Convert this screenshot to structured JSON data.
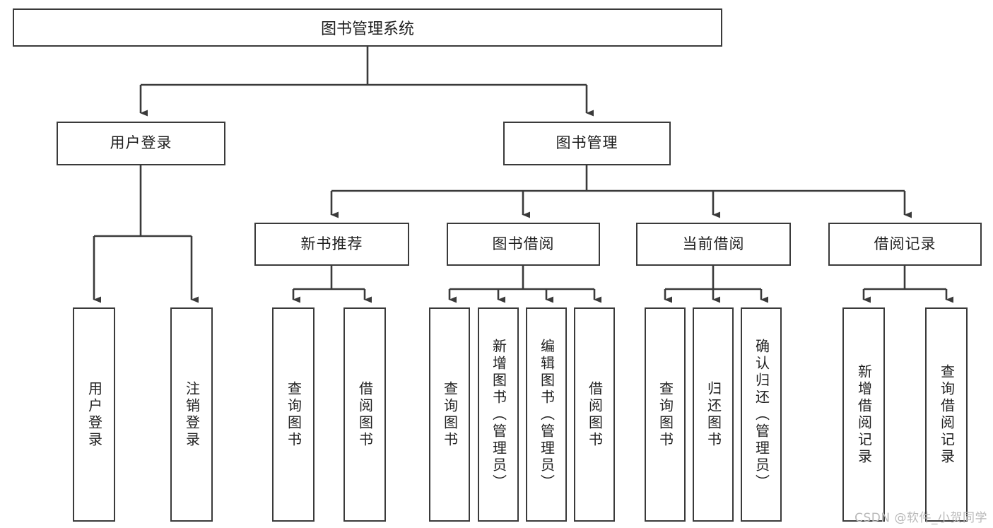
{
  "diagram": {
    "title": "图书管理系统",
    "type": "hierarchy-tree",
    "root": {
      "label": "图书管理系统"
    },
    "level2": [
      {
        "label": "用户登录"
      },
      {
        "label": "图书管理"
      }
    ],
    "level3": [
      {
        "label": "新书推荐"
      },
      {
        "label": "图书借阅"
      },
      {
        "label": "当前借阅"
      },
      {
        "label": "借阅记录"
      }
    ],
    "leaves": {
      "user_login": [
        {
          "label": "用户登录"
        },
        {
          "label": "注销登录"
        }
      ],
      "new_book_recommend": [
        {
          "label": "查询图书"
        },
        {
          "label": "借阅图书"
        }
      ],
      "book_borrow": [
        {
          "label": "查询图书"
        },
        {
          "label": "新增图书（管理员）"
        },
        {
          "label": "编辑图书（管理员）"
        },
        {
          "label": "借阅图书"
        }
      ],
      "current_borrow": [
        {
          "label": "查询图书"
        },
        {
          "label": "归还图书"
        },
        {
          "label": "确认归还（管理员）"
        }
      ],
      "borrow_record": [
        {
          "label": "新增借阅记录"
        },
        {
          "label": "查询借阅记录"
        }
      ]
    }
  },
  "watermark": {
    "text": "CSDN @软件_小贺同学"
  },
  "colors": {
    "stroke": "#3a3a3a",
    "background": "#ffffff",
    "text": "#1f1f1f",
    "watermark": "#b9b9b9"
  }
}
